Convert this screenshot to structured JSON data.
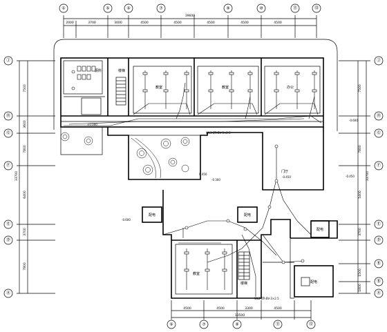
{
  "grid_axes": {
    "top": [
      "①",
      "⑤",
      "⑤",
      "⑦",
      "⑨",
      "⑩",
      "⑪",
      "⑬"
    ],
    "bottom": [
      "⑤",
      "⑦",
      "⑨",
      "⑪",
      "⑫"
    ],
    "left": [
      "Ⓙ",
      "Ⓗ",
      "Ⓖ",
      "Ⓕ",
      "Ⓔ",
      "Ⓓ",
      "Ⓐ"
    ],
    "right": [
      "Ⓙ",
      "Ⓗ",
      "Ⓖ",
      "Ⓕ",
      "Ⓔ",
      "Ⓓ",
      "Ⓑ",
      "Ⓑ",
      "Ⓐ"
    ]
  },
  "dimensions": {
    "top_total": "39600",
    "top_segments": [
      "2000",
      "3700",
      "3000",
      "4500",
      "4500",
      "4500",
      "4500",
      "4500"
    ],
    "bottom_total": "13500",
    "bottom_segments": [
      "4500",
      "4500",
      "3300",
      "4500"
    ],
    "left_total": "33700",
    "left_segments": [
      "7500",
      "3600",
      "7800",
      "6400",
      "3700",
      "7800"
    ],
    "right_total": "33700",
    "right_segments": [
      "7500",
      "7800",
      "5400",
      "3700",
      "1500",
      "1800"
    ]
  },
  "rooms": {
    "room_a": "教室",
    "room_b": "教室",
    "room_c": "办公",
    "room_d": "教室",
    "wc": "厕所",
    "stair_top": "楼梯",
    "hall": "门厅",
    "stair_bottom": "楼梯",
    "box_1": "配电",
    "box_2": "配电",
    "box_3": "配电",
    "box_4": "配电"
  },
  "labels": {
    "elev_main": "±0.000",
    "elev_hall": "-0.450",
    "elev_right": "-0.450",
    "elev_court": "-0.300",
    "elev_east": "-0.600",
    "elev_small": "0.450",
    "elev_stair": "-0.600",
    "corridor_note": "WL1-ZR-BV-3×2.5",
    "note_bottom": "WL2-ZR-BV-3×2.5"
  }
}
